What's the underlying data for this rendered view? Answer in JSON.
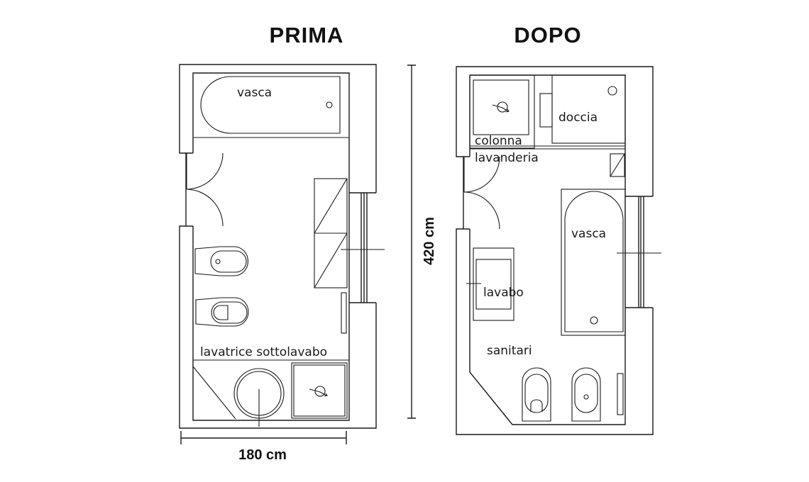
{
  "titles": {
    "before": "PRIMA",
    "after": "DOPO"
  },
  "dimensions": {
    "width": "180 cm",
    "length": "420 cm"
  },
  "before": {
    "labels": {
      "tub": "vasca",
      "washer": "lavatrice sottolavabo"
    }
  },
  "after": {
    "labels": {
      "shower": "doccia",
      "laundry_line1": "colonna",
      "laundry_line2": "lavanderia",
      "tub": "vasca",
      "sink": "lavabo",
      "fixtures": "sanitari"
    }
  }
}
